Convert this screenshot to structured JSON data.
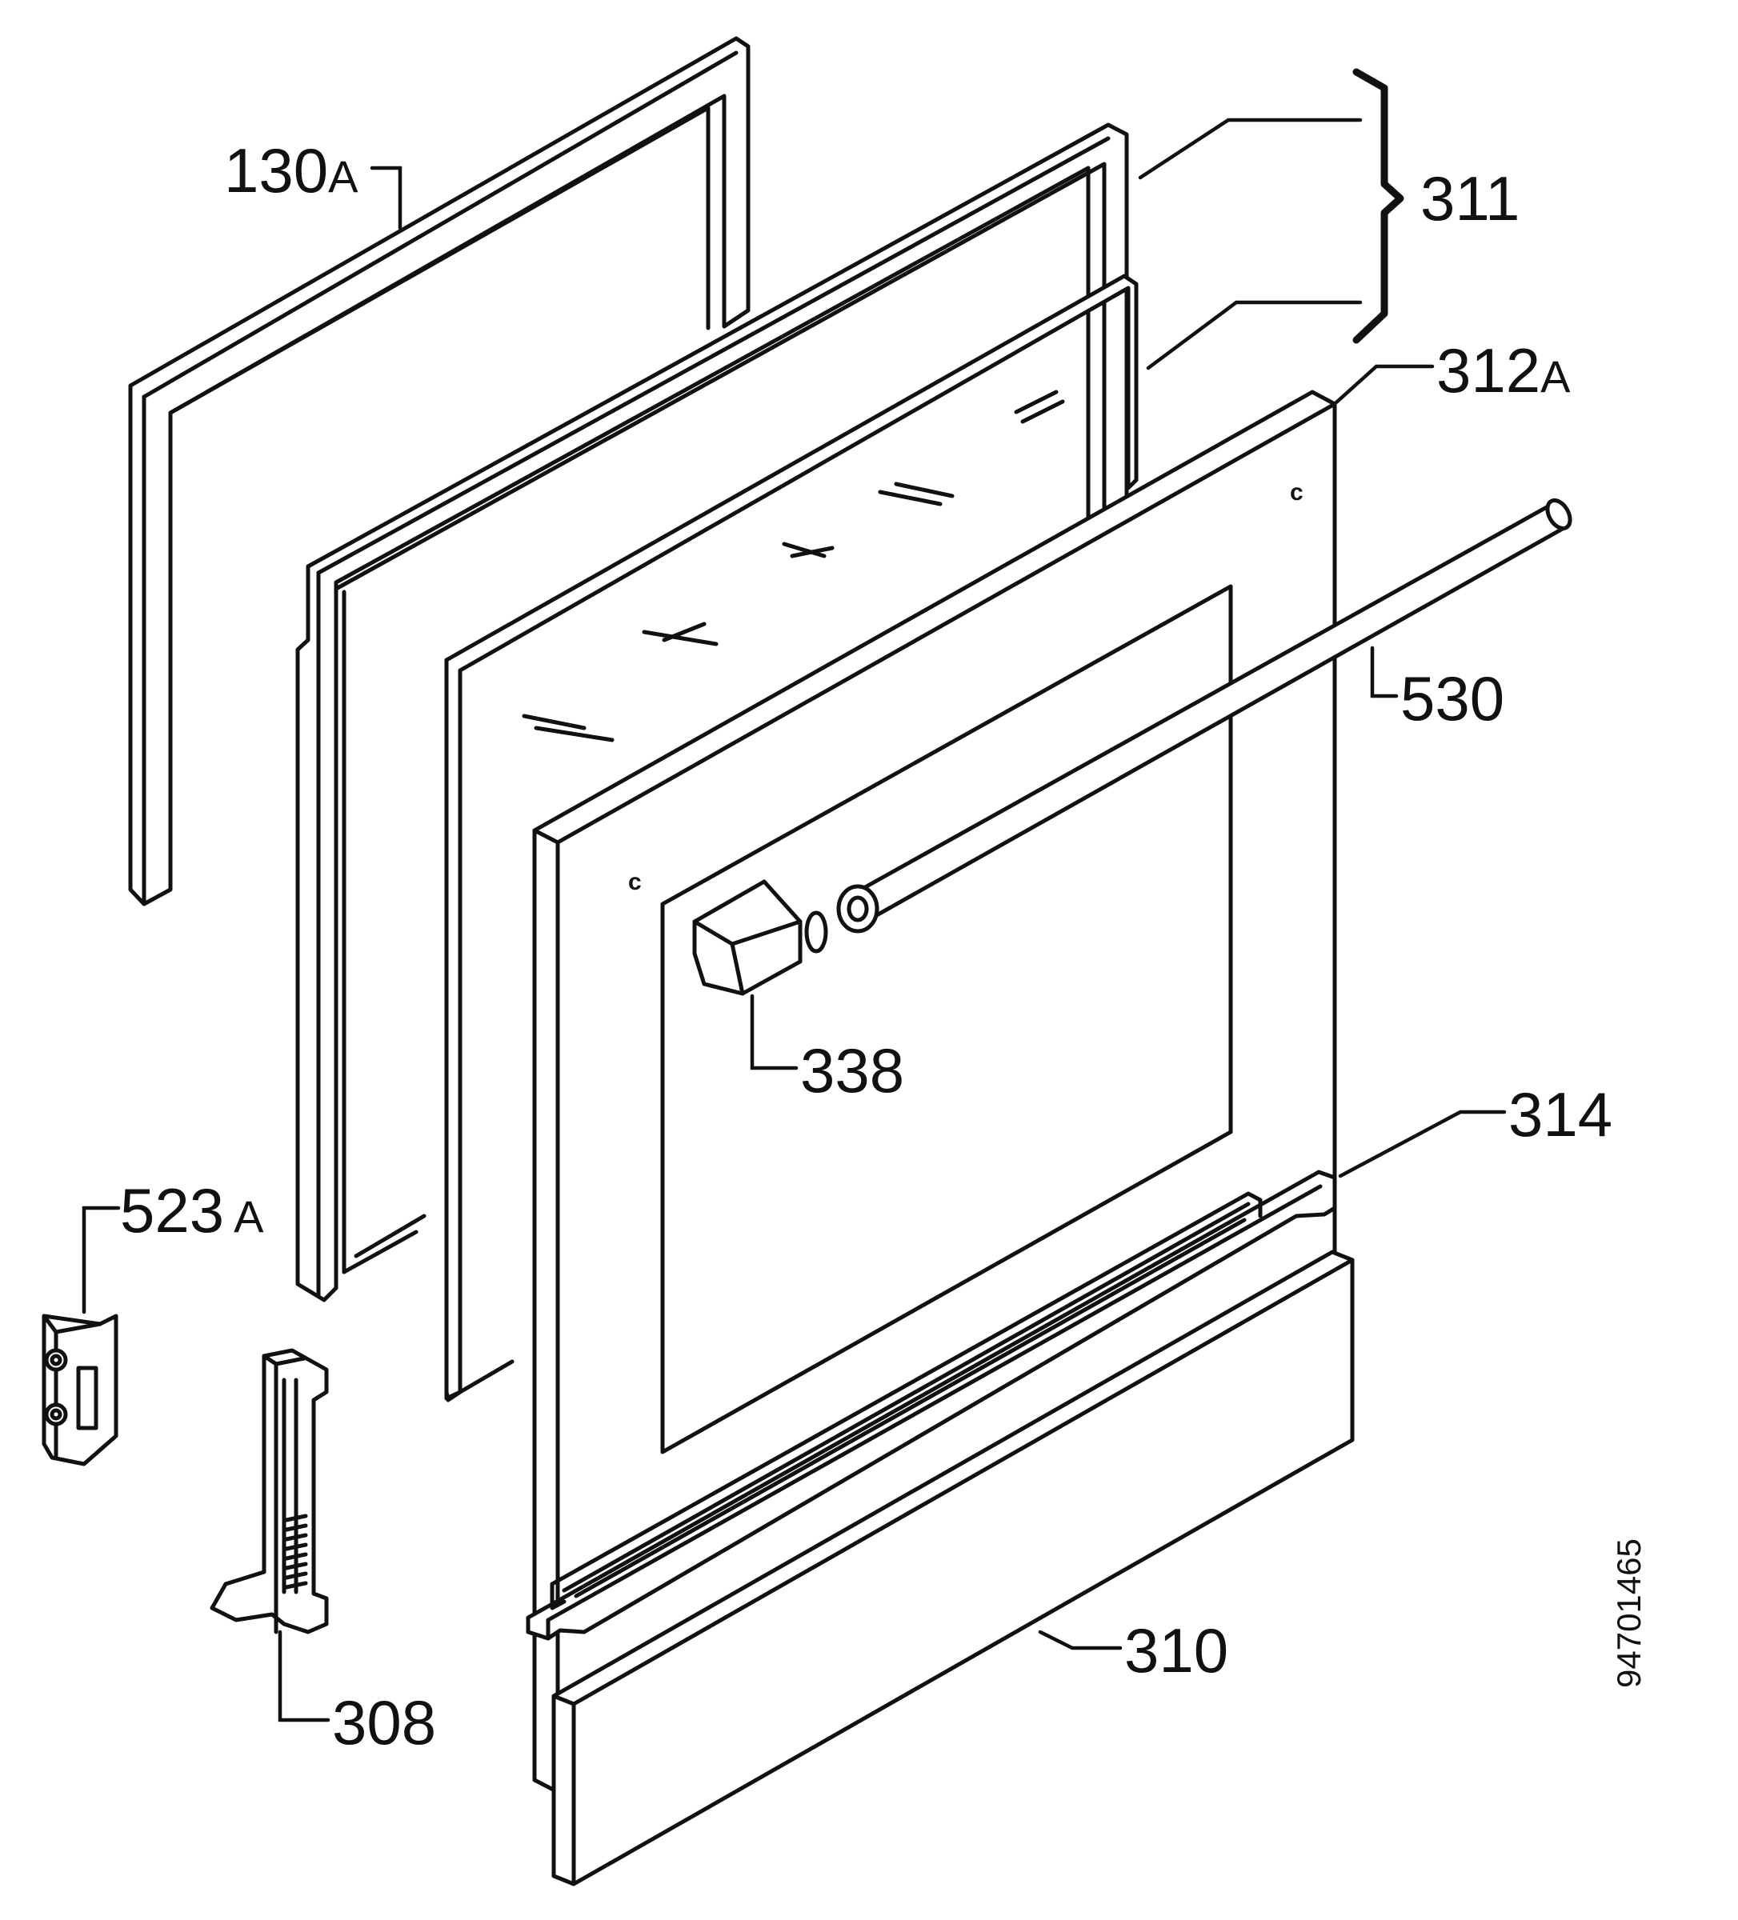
{
  "diagram": {
    "drawing_number": "94701465",
    "parts": [
      {
        "id": "130",
        "suffix": "A"
      },
      {
        "id": "311",
        "suffix": ""
      },
      {
        "id": "312",
        "suffix": "A"
      },
      {
        "id": "530",
        "suffix": ""
      },
      {
        "id": "338",
        "suffix": ""
      },
      {
        "id": "314",
        "suffix": ""
      },
      {
        "id": "523",
        "suffix": "A"
      },
      {
        "id": "308",
        "suffix": ""
      },
      {
        "id": "310",
        "suffix": ""
      }
    ]
  }
}
